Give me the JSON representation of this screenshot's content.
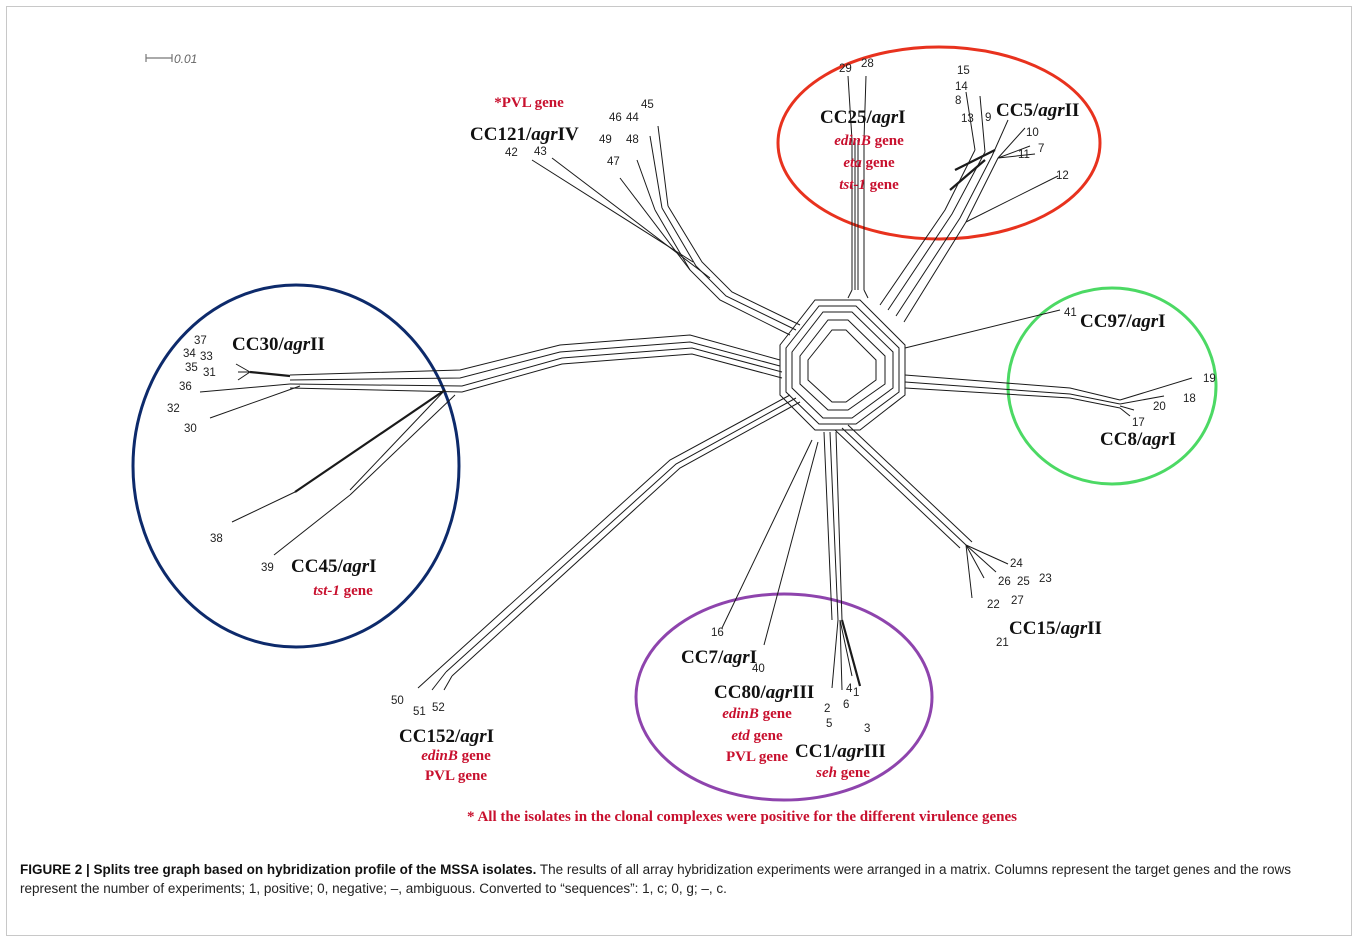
{
  "scale_bar": {
    "label": "0.01"
  },
  "groups": [
    {
      "id": "cc121",
      "prefix": "CC121/",
      "italic": "agr",
      "suffix": "IV",
      "genes": [
        {
          "text": "*PVL gene"
        }
      ]
    },
    {
      "id": "cc25",
      "prefix": "CC25/",
      "italic": "agr",
      "suffix": "I",
      "genes": [
        {
          "italic": "edinB",
          "text": " gene"
        },
        {
          "italic": "eta",
          "text": " gene"
        },
        {
          "italic": "tst-1",
          "text": " gene"
        }
      ]
    },
    {
      "id": "cc5",
      "prefix": "CC5/",
      "italic": "agr",
      "suffix": "II",
      "genes": []
    },
    {
      "id": "cc30",
      "prefix": "CC30/",
      "italic": "agr",
      "suffix": "II",
      "genes": []
    },
    {
      "id": "cc97",
      "prefix": "CC97/",
      "italic": "agr",
      "suffix": "I",
      "genes": []
    },
    {
      "id": "cc8",
      "prefix": "CC8/",
      "italic": "agr",
      "suffix": "I",
      "genes": []
    },
    {
      "id": "cc45",
      "prefix": "CC45/",
      "italic": "agr",
      "suffix": "I",
      "genes": [
        {
          "italic": "tst-1",
          "text": " gene"
        }
      ]
    },
    {
      "id": "cc15",
      "prefix": "CC15/",
      "italic": "agr",
      "suffix": "II",
      "genes": []
    },
    {
      "id": "cc7",
      "prefix": "CC7/",
      "italic": "agr",
      "suffix": "I",
      "genes": []
    },
    {
      "id": "cc80",
      "prefix": "CC80/",
      "italic": "agr",
      "suffix": "III",
      "genes": [
        {
          "italic": "edinB",
          "text": " gene"
        },
        {
          "italic": "etd",
          "text": " gene"
        },
        {
          "text": "PVL gene"
        }
      ]
    },
    {
      "id": "cc1",
      "prefix": "CC1/",
      "italic": "agr",
      "suffix": "III",
      "genes": [
        {
          "italic": "seh",
          "text": " gene"
        }
      ]
    },
    {
      "id": "cc152",
      "prefix": "CC152/",
      "italic": "agr",
      "suffix": "I",
      "genes": [
        {
          "italic": "edinB",
          "text": " gene"
        },
        {
          "text": "PVL gene"
        }
      ]
    }
  ],
  "ellipse_colors": {
    "red": "#e8321e",
    "green": "#4cd964",
    "navy": "#0d2a6b",
    "purple": "#8e44ad"
  },
  "leaf_labels": [
    "1",
    "2",
    "3",
    "4",
    "5",
    "6",
    "7",
    "8",
    "9",
    "10",
    "11",
    "12",
    "13",
    "14",
    "15",
    "16",
    "17",
    "18",
    "19",
    "20",
    "21",
    "22",
    "23",
    "24",
    "25",
    "26",
    "27",
    "28",
    "29",
    "30",
    "31",
    "32",
    "33",
    "34",
    "35",
    "36",
    "37",
    "38",
    "39",
    "40",
    "41",
    "42",
    "43",
    "44",
    "45",
    "46",
    "47",
    "48",
    "49",
    "50",
    "51",
    "52"
  ],
  "footnote": "* All the isolates in the clonal complexes were positive for the different virulence genes",
  "caption": {
    "figure_label": "FIGURE 2 | Splits tree graph based on hybridization profile of the MSSA isolates.",
    "text": " The results of all array hybridization experiments were arranged in a matrix. Columns represent the target genes and the rows represent the number of experiments; 1, positive; 0, negative; –, ambiguous. Converted to “sequences”: 1, c; 0, g; –, c."
  }
}
